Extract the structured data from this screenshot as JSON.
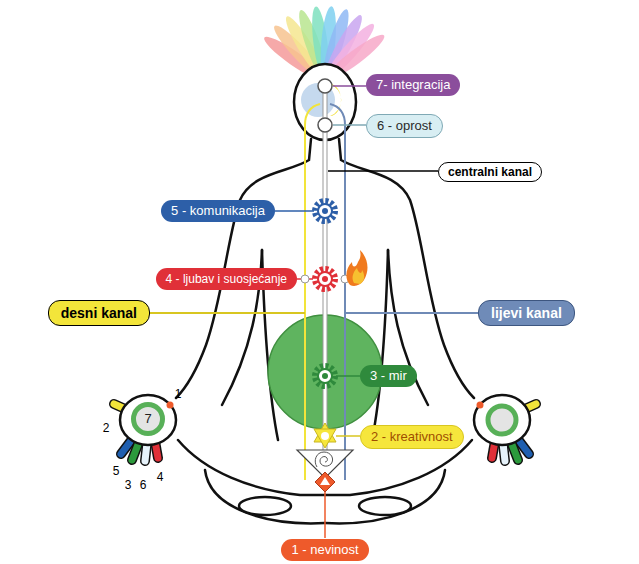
{
  "diagram": {
    "nodes": [
      {
        "text": [
          "7- integracija"
        ]
      },
      {
        "text": [
          "6 - oprost"
        ]
      },
      {
        "text": [
          "centralni kanal"
        ]
      },
      {
        "text": [
          "5 - komunikacija"
        ]
      },
      {
        "text": [
          "4 - ljubav i suosjećanje"
        ]
      },
      {
        "text": [
          "desni kanal"
        ]
      },
      {
        "text": [
          "lijevi kanal"
        ]
      },
      {
        "text": [
          "3 - mir"
        ]
      },
      {
        "text": [
          "7"
        ]
      },
      {
        "text": [
          "2 - kreativnost"
        ]
      },
      {
        "text": [
          "1 - nevinost"
        ]
      }
    ],
    "labels": [
      "1",
      "2",
      "5",
      "3",
      "6",
      "4"
    ]
  }
}
